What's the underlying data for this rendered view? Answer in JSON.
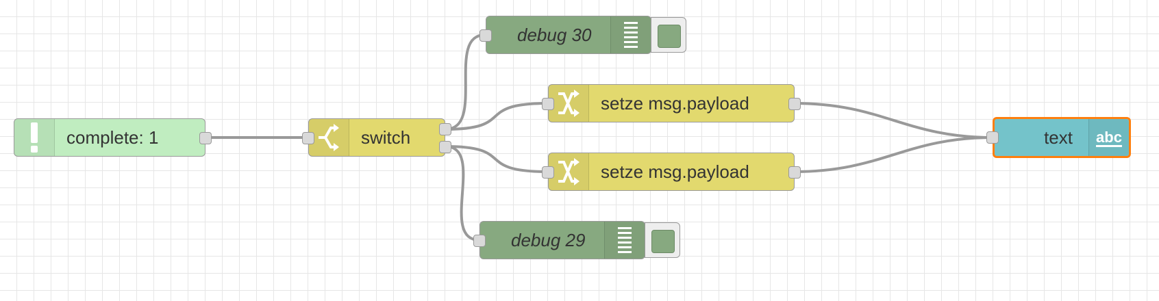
{
  "nodes": {
    "complete": {
      "label": "complete: 1",
      "color": "#c0edc0"
    },
    "switch": {
      "label": "switch",
      "color": "#e2d96e"
    },
    "debug30": {
      "label": "debug 30",
      "color": "#87a980"
    },
    "change1": {
      "label": "setze msg.payload",
      "color": "#e2d96e"
    },
    "change2": {
      "label": "setze msg.payload",
      "color": "#e2d96e"
    },
    "debug29": {
      "label": "debug 29",
      "color": "#87a980"
    },
    "text": {
      "label": "text",
      "icon_text": "abc",
      "color": "#74c3ca",
      "selected_border": "#ff7f0e"
    }
  },
  "icons": {
    "complete": "alert-icon",
    "switch": "switch-icon",
    "change": "shuffle-icon",
    "debug": "debug-list-icon",
    "text": "abc-text-icon"
  },
  "wire_color": "#999999"
}
